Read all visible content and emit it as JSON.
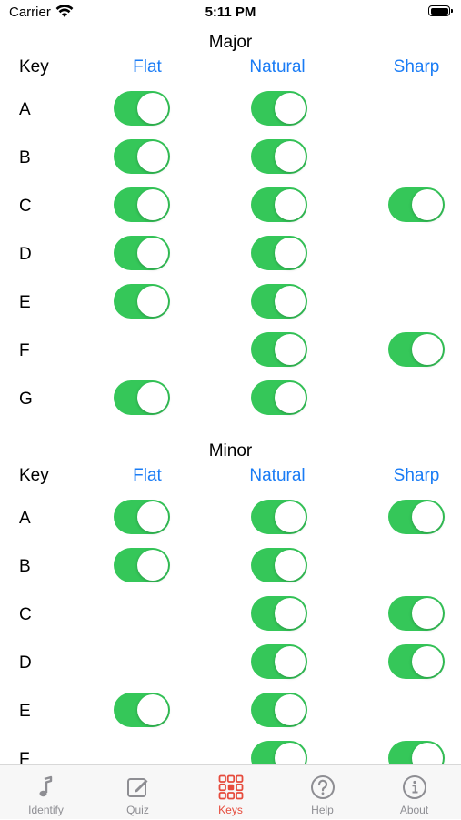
{
  "status": {
    "carrier": "Carrier",
    "time": "5:11 PM"
  },
  "columns": {
    "key": "Key",
    "flat": "Flat",
    "natural": "Natural",
    "sharp": "Sharp"
  },
  "major": {
    "title": "Major",
    "rows": [
      {
        "key": "A",
        "flat": true,
        "natural": true,
        "sharp": false
      },
      {
        "key": "B",
        "flat": true,
        "natural": true,
        "sharp": false
      },
      {
        "key": "C",
        "flat": true,
        "natural": true,
        "sharp": true
      },
      {
        "key": "D",
        "flat": true,
        "natural": true,
        "sharp": false
      },
      {
        "key": "E",
        "flat": true,
        "natural": true,
        "sharp": false
      },
      {
        "key": "F",
        "flat": false,
        "natural": true,
        "sharp": true
      },
      {
        "key": "G",
        "flat": true,
        "natural": true,
        "sharp": false
      }
    ]
  },
  "minor": {
    "title": "Minor",
    "rows": [
      {
        "key": "A",
        "flat": true,
        "natural": true,
        "sharp": true
      },
      {
        "key": "B",
        "flat": true,
        "natural": true,
        "sharp": false
      },
      {
        "key": "C",
        "flat": false,
        "natural": true,
        "sharp": true
      },
      {
        "key": "D",
        "flat": false,
        "natural": true,
        "sharp": true
      },
      {
        "key": "E",
        "flat": true,
        "natural": true,
        "sharp": false
      },
      {
        "key": "F",
        "flat": false,
        "natural": true,
        "sharp": true
      }
    ]
  },
  "tabs": [
    {
      "label": "Identify",
      "icon": "music-note-icon",
      "active": false
    },
    {
      "label": "Quiz",
      "icon": "pencil-square-icon",
      "active": false
    },
    {
      "label": "Keys",
      "icon": "grid-dots-icon",
      "active": true
    },
    {
      "label": "Help",
      "icon": "question-circle-icon",
      "active": false
    },
    {
      "label": "About",
      "icon": "info-circle-icon",
      "active": false
    }
  ],
  "colors": {
    "toggle_on": "#35c759",
    "link_blue": "#1a7cf5",
    "tab_active": "#e64b3c",
    "tab_inactive": "#8e8e93"
  }
}
